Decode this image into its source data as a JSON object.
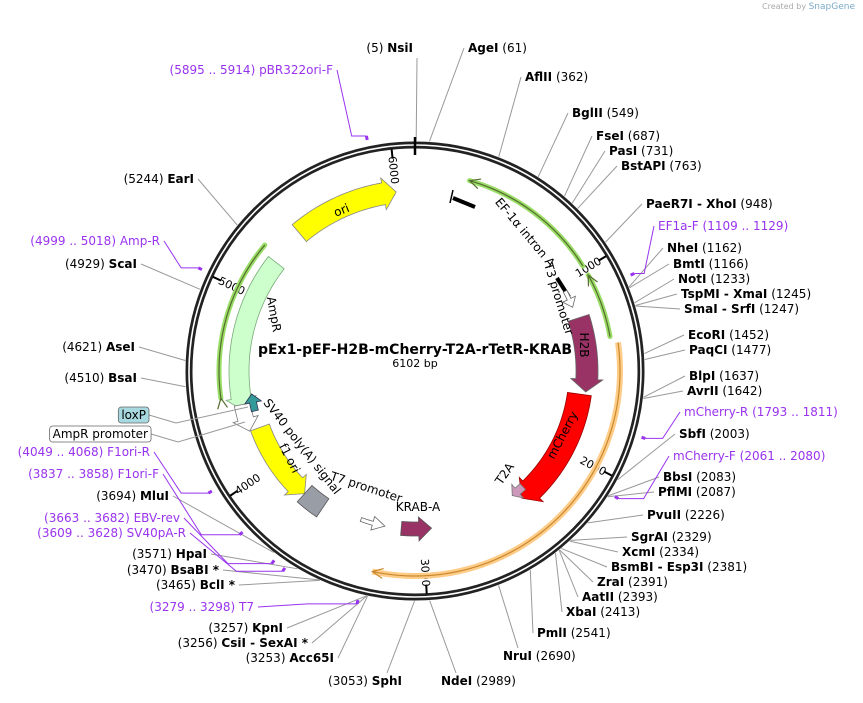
{
  "watermark": {
    "prefix": "Created by",
    "brand": "SnapGene"
  },
  "plasmid": {
    "name": "pEx1-pEF-H2B-mCherry-T2A-rTetR-KRAB",
    "size": "6102 bp",
    "length": 6102
  },
  "colors": {
    "primer": "#9933ee",
    "ring": "#222222",
    "site_line": "#999999"
  },
  "ticks": [
    "1000",
    "2000",
    "3000",
    "4000",
    "5000",
    "6000"
  ],
  "sites": [
    {
      "name": "NsiI",
      "pos": "5",
      "bp": 5
    },
    {
      "name": "AgeI",
      "pos": "61",
      "bp": 61
    },
    {
      "name": "AflII",
      "pos": "362",
      "bp": 362
    },
    {
      "name": "BglII",
      "pos": "549",
      "bp": 549
    },
    {
      "name": "FseI",
      "pos": "687",
      "bp": 687
    },
    {
      "name": "PasI",
      "pos": "731",
      "bp": 731
    },
    {
      "name": "BstAPI",
      "pos": "763",
      "bp": 763
    },
    {
      "name": "PaeR7I  - XhoI",
      "pos": "948",
      "bp": 948
    },
    {
      "name": "NheI",
      "pos": "1162",
      "bp": 1162
    },
    {
      "name": "BmtI",
      "pos": "1166",
      "bp": 1166
    },
    {
      "name": "NotI",
      "pos": "1233",
      "bp": 1233
    },
    {
      "name": "TspMI  - XmaI",
      "pos": "1245",
      "bp": 1245
    },
    {
      "name": "SmaI  - SrfI",
      "pos": "1247",
      "bp": 1247
    },
    {
      "name": "EcoRI",
      "pos": "1452",
      "bp": 1452
    },
    {
      "name": "PaqCI",
      "pos": "1477",
      "bp": 1477
    },
    {
      "name": "BlpI",
      "pos": "1637",
      "bp": 1637
    },
    {
      "name": "AvrII",
      "pos": "1642",
      "bp": 1642
    },
    {
      "name": "SbfI",
      "pos": "2003",
      "bp": 2003
    },
    {
      "name": "BbsI",
      "pos": "2083",
      "bp": 2083
    },
    {
      "name": "PflMI",
      "pos": "2087",
      "bp": 2087
    },
    {
      "name": "PvuII",
      "pos": "2226",
      "bp": 2226
    },
    {
      "name": "SgrAI",
      "pos": "2329",
      "bp": 2329
    },
    {
      "name": "XcmI",
      "pos": "2334",
      "bp": 2334
    },
    {
      "name": "BsmBI  - Esp3I",
      "pos": "2381",
      "bp": 2381
    },
    {
      "name": "ZraI",
      "pos": "2391",
      "bp": 2391
    },
    {
      "name": "AatII",
      "pos": "2393",
      "bp": 2393
    },
    {
      "name": "XbaI",
      "pos": "2413",
      "bp": 2413
    },
    {
      "name": "PmlI",
      "pos": "2541",
      "bp": 2541
    },
    {
      "name": "NruI",
      "pos": "2690",
      "bp": 2690
    },
    {
      "name": "NdeI",
      "pos": "2989",
      "bp": 2989
    },
    {
      "name": "SphI",
      "pos": "3053",
      "bp": 3053
    },
    {
      "name": "Acc65I",
      "pos": "3253",
      "bp": 3253
    },
    {
      "name": "CsiI  - SexAI *",
      "pos": "3256",
      "bp": 3256
    },
    {
      "name": "KpnI",
      "pos": "3257",
      "bp": 3257
    },
    {
      "name": "BclI *",
      "pos": "3465",
      "bp": 3465
    },
    {
      "name": "BsaBI *",
      "pos": "3470",
      "bp": 3470
    },
    {
      "name": "HpaI",
      "pos": "3571",
      "bp": 3571
    },
    {
      "name": "MluI",
      "pos": "3694",
      "bp": 3694
    },
    {
      "name": "BsaI",
      "pos": "4510",
      "bp": 4510
    },
    {
      "name": "AseI",
      "pos": "4621",
      "bp": 4621
    },
    {
      "name": "ScaI",
      "pos": "4929",
      "bp": 4929
    },
    {
      "name": "EarI",
      "pos": "5244",
      "bp": 5244
    }
  ],
  "primers": [
    {
      "name": "pBR322ori-F",
      "range": "5895 .. 5914",
      "bp": 5904
    },
    {
      "name": "EF1a-F",
      "range": "1109 .. 1129",
      "bp": 1119
    },
    {
      "name": "mCherry-R",
      "range": "1793 .. 1811",
      "bp": 1802
    },
    {
      "name": "mCherry-F",
      "range": "2061 .. 2080",
      "bp": 2070
    },
    {
      "name": "Amp-R",
      "range": "4999 .. 5018",
      "bp": 5008
    },
    {
      "name": "F1ori-R",
      "range": "4049 .. 4068",
      "bp": 4058
    },
    {
      "name": "F1ori-F",
      "range": "3837 .. 3858",
      "bp": 3847
    },
    {
      "name": "EBV-rev",
      "range": "3663 .. 3682",
      "bp": 3672
    },
    {
      "name": "SV40pA-R",
      "range": "3609 .. 3628",
      "bp": 3618
    },
    {
      "name": "T7",
      "range": "3279 .. 3298",
      "bp": 3288
    }
  ],
  "features": {
    "ori": {
      "label": "ori",
      "color": "#ffff00"
    },
    "ampr": {
      "label": "AmpR",
      "color": "#ccffcc"
    },
    "ef1a": {
      "label": "EF-1α intron A",
      "color": "#99dd66"
    },
    "t3": {
      "label": "T3 promoter"
    },
    "h2b": {
      "label": "H2B",
      "color": "#993366"
    },
    "mcherry": {
      "label": "mCherry",
      "color": "#ff0000"
    },
    "t2a": {
      "label": "T2A",
      "color": "#cc99bb"
    },
    "krab": {
      "label": "KRAB-A",
      "color": "#993366"
    },
    "t7prom": {
      "label": "T7 promoter"
    },
    "f1ori": {
      "label": "f1 ori",
      "color": "#ffff00"
    },
    "sv40": {
      "label": "SV40 poly(A) signal",
      "color": "#999ea6"
    },
    "amprprom": {
      "label": "AmpR promoter"
    },
    "loxp": {
      "label": "loxP",
      "color": "#339999"
    },
    "orange_arc": {
      "color": "#ffcc88"
    }
  }
}
